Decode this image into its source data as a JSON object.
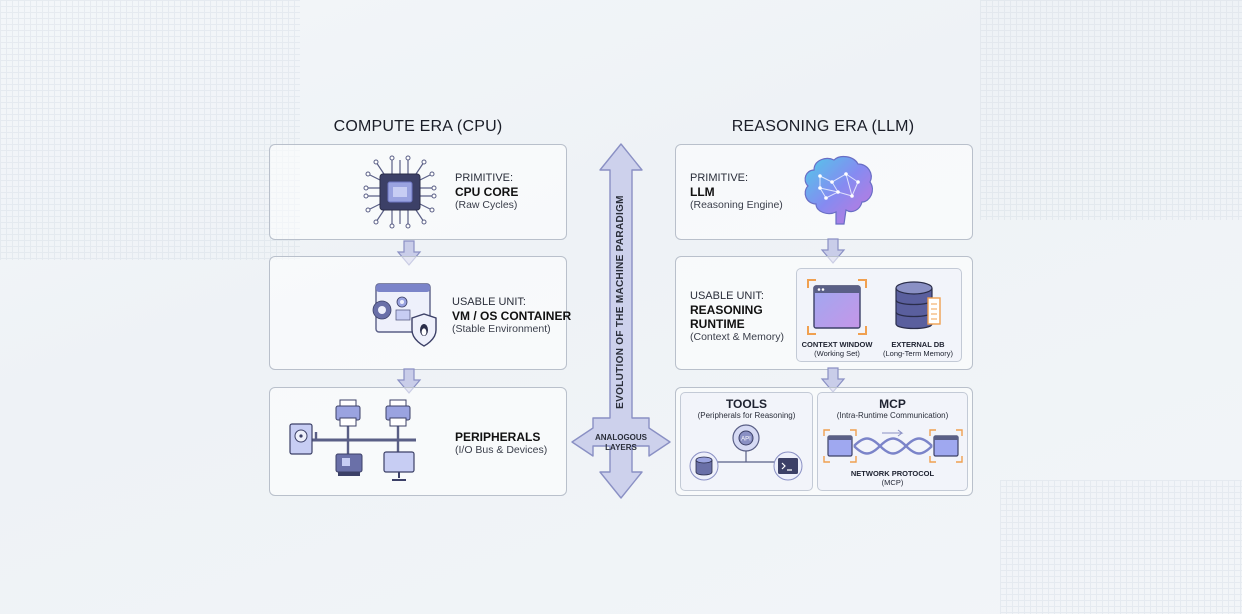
{
  "left": {
    "title": "COMPUTE ERA (CPU)",
    "primitive": {
      "key": "PRIMITIVE:",
      "value": "CPU CORE",
      "desc": "(Raw Cycles)",
      "icon": "cpu-chip-icon"
    },
    "usable_unit": {
      "key": "USABLE UNIT:",
      "value": "VM / OS CONTAINER",
      "desc": "(Stable Environment)",
      "icon": "vm-container-icon"
    },
    "peripherals": {
      "value": "PERIPHERALS",
      "desc": "(I/O Bus & Devices)",
      "icon": "io-bus-devices-icon"
    }
  },
  "center": {
    "axis_label": "EVOLUTION OF THE MACHINE PARADIGM",
    "analogous_line1": "ANALOGOUS",
    "analogous_line2": "LAYERS"
  },
  "right": {
    "title": "REASONING ERA (LLM)",
    "primitive": {
      "key": "PRIMITIVE:",
      "value": "LLM",
      "desc": "(Reasoning Engine)",
      "icon": "brain-icon"
    },
    "usable_unit": {
      "key": "USABLE UNIT:",
      "value_line1": "REASONING",
      "value_line2": "RUNTIME",
      "desc": "(Context & Memory)",
      "context_window": {
        "title": "CONTEXT WINDOW",
        "desc": "(Working Set)"
      },
      "external_db": {
        "title": "EXTERNAL DB",
        "desc": "(Long-Term Memory)"
      }
    },
    "tools": {
      "title": "TOOLS",
      "desc": "(Peripherals for Reasoning)",
      "api_label": "API"
    },
    "mcp": {
      "title": "MCP",
      "desc": "(Intra-Runtime Communication)",
      "protocol_line1": "NETWORK PROTOCOL",
      "protocol_line2": "(MCP)"
    }
  },
  "colors": {
    "accent": "#7b84c9",
    "arrow_fill": "#c9cde9",
    "arrow_stroke": "#8a90c4",
    "box_border": "#b9c0cb"
  }
}
